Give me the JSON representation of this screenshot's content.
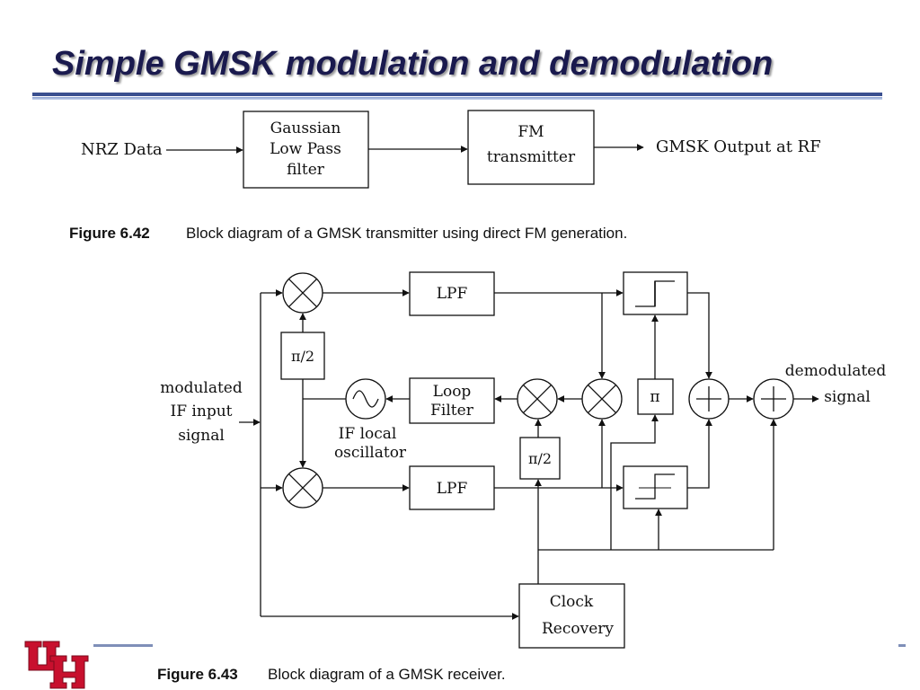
{
  "slide": {
    "title": "Simple GMSK modulation and demodulation"
  },
  "transmitter": {
    "input_label": "NRZ Data",
    "gaussian_filter": [
      "Gaussian",
      "Low Pass",
      "filter"
    ],
    "fm_transmitter": [
      "FM",
      "transmitter"
    ],
    "output_label": "GMSK Output at RF",
    "caption_number": "Figure 6.42",
    "caption_text": "Block diagram of a GMSK transmitter using direct FM generation."
  },
  "receiver": {
    "input_label": [
      "modulated",
      "IF input",
      "signal"
    ],
    "lpf_top": "LPF",
    "lpf_bottom": "LPF",
    "phase_shift_left": "π/2",
    "phase_shift_right": "π/2",
    "loop_filter": [
      "Loop",
      "Filter"
    ],
    "oscillator_label": [
      "IF local",
      "oscillator"
    ],
    "pi_block": "π",
    "clock_recovery": [
      "Clock",
      "Recovery"
    ],
    "output_label": [
      "demodulated",
      "signal"
    ],
    "caption_number": "Figure 6.43",
    "caption_text": "Block diagram of a GMSK receiver."
  },
  "logo": {
    "icon": "university-logo-icon",
    "color": "#c8102e"
  }
}
